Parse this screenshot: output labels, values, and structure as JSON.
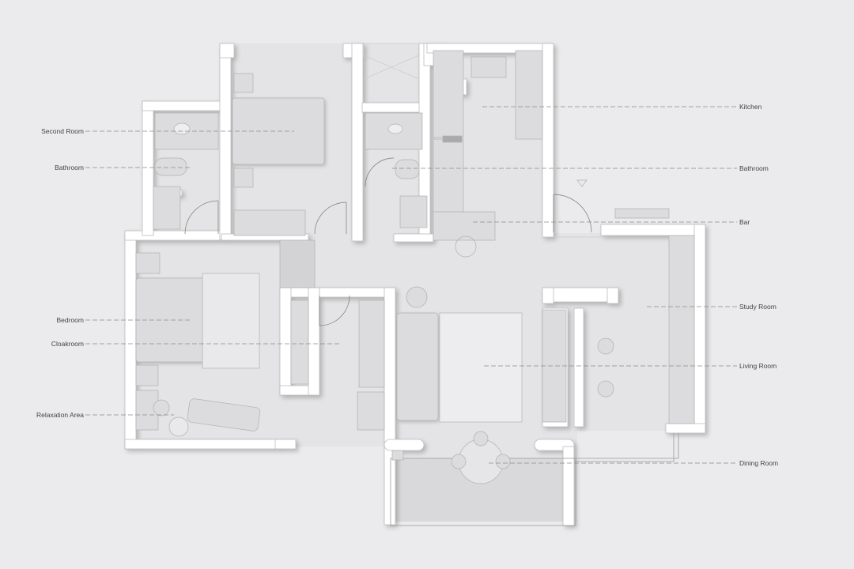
{
  "colors": {
    "background": "#ebebed",
    "wall": "#ffffff",
    "wall_edge": "#bcbcbc",
    "floor": "#e3e3e5",
    "furniture": "#dcdcde",
    "leader": "#8a8a8a",
    "text": "#444444"
  },
  "labels_left": [
    {
      "id": "second-room",
      "text": "Second Room"
    },
    {
      "id": "bathroom",
      "text": "Bathroom"
    },
    {
      "id": "bedroom",
      "text": "Bedroom"
    },
    {
      "id": "cloakroom",
      "text": "Cloakroom"
    },
    {
      "id": "relaxation-area",
      "text": "Relaxation Area"
    }
  ],
  "labels_right": [
    {
      "id": "kitchen",
      "text": "Kitchen"
    },
    {
      "id": "bathroom",
      "text": "Bathroom"
    },
    {
      "id": "bar",
      "text": "Bar"
    },
    {
      "id": "study-room",
      "text": "Study Room"
    },
    {
      "id": "living-room",
      "text": "Living Room"
    },
    {
      "id": "dining-room",
      "text": "Dining Room"
    }
  ]
}
